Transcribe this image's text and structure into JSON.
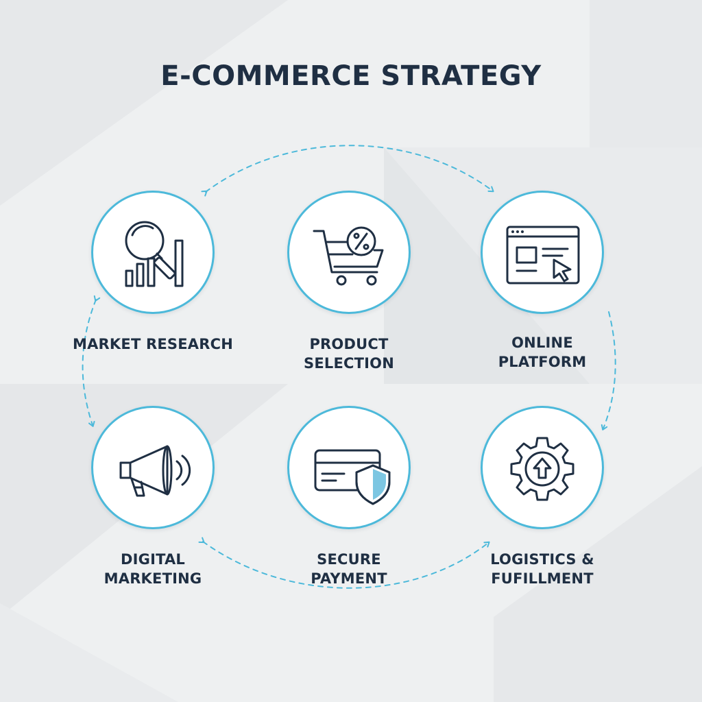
{
  "title": "E-COMMERCE STRATEGY",
  "colors": {
    "accent": "#4cb9da",
    "text": "#1f2f43",
    "icon_stroke": "#1f2f43",
    "shield_fill": "#7cc6e2",
    "background": "#eef0f1"
  },
  "steps": [
    {
      "lines": [
        "MARKET RESEARCH"
      ],
      "icon": "magnifier-bar-chart-icon"
    },
    {
      "lines": [
        "PRODUCT SELECTION"
      ],
      "icon": "shopping-cart-percent-icon"
    },
    {
      "lines": [
        "ONLINE",
        "PLATFORM"
      ],
      "icon": "browser-window-cursor-icon"
    },
    {
      "lines": [
        "DIGITAL",
        "MARKETING"
      ],
      "icon": "megaphone-icon"
    },
    {
      "lines": [
        "SECURE",
        "PAYMENT"
      ],
      "icon": "credit-card-shield-icon"
    },
    {
      "lines": [
        "LOGISTICS &",
        "FUFILLMENT"
      ],
      "icon": "gear-upload-icon"
    }
  ]
}
